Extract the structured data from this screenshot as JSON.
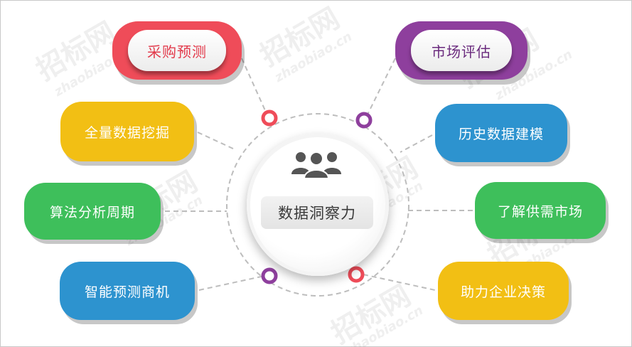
{
  "center": {
    "label": "数据洞察力",
    "icon": "people-group-icon"
  },
  "left_nodes": [
    "采购预测",
    "全量数据挖掘",
    "算法分析周期",
    "智能预测商机"
  ],
  "right_nodes": [
    "市场评估",
    "历史数据建模",
    "了解供需市场",
    "助力企业决策"
  ],
  "watermark": {
    "brand": "招标网",
    "domain": "zhaobiao.cn"
  },
  "colors": {
    "red": "#ef4c59",
    "purple": "#8e3f9d",
    "yellow": "#f2bf14",
    "green": "#3ebf5b",
    "blue": "#2d93cf",
    "connector": "#bdbdbd"
  }
}
